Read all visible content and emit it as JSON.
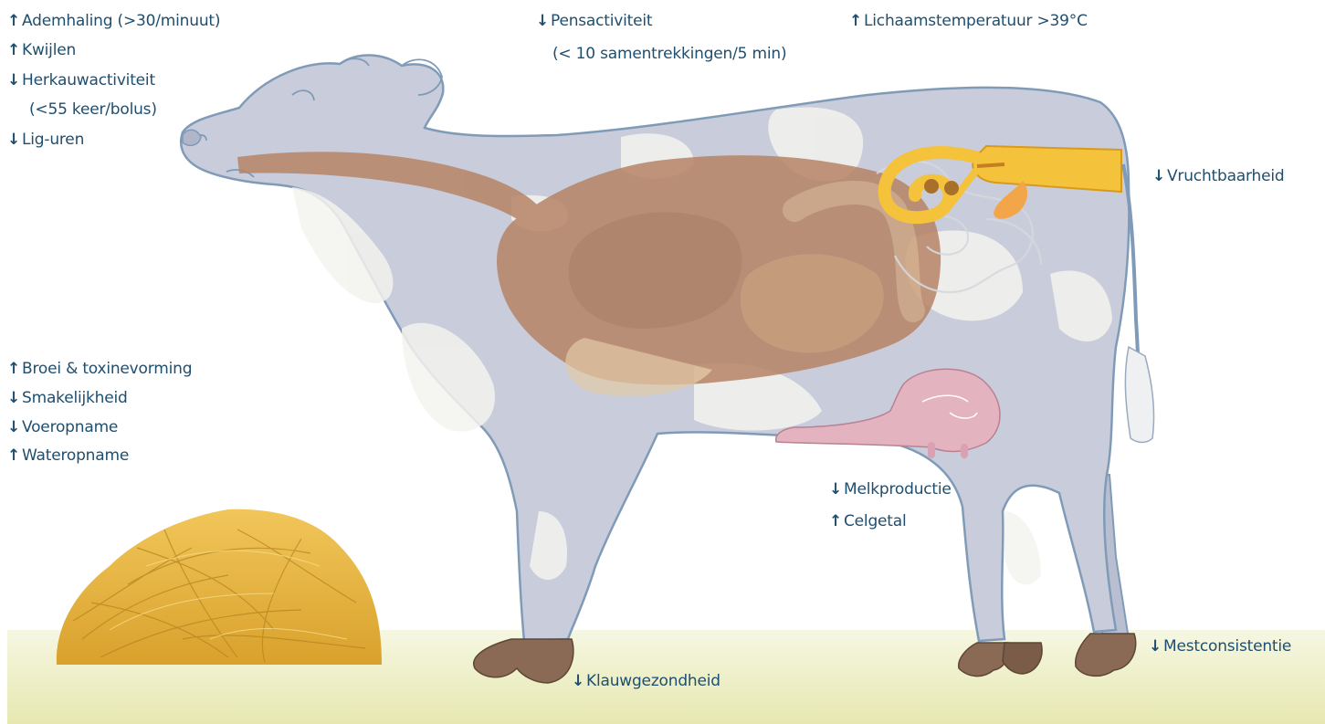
{
  "colors": {
    "label_text": "#1f4e6e",
    "cow_body": "#c9cddb",
    "cow_outline": "#7f9bb8",
    "cow_spots": "#f3f3ee",
    "rumen": "#b78466",
    "reproductive_tract": "#f5c23c",
    "udder": "#e3b4c0",
    "hay": "#e3b23c",
    "ground": "#eef0c4",
    "hooves": "#8a6a55"
  },
  "labels": {
    "respiration": {
      "arrow": "↑",
      "text": "Ademhaling (>30/minuut)"
    },
    "drooling": {
      "arrow": "↑",
      "text": "Kwijlen"
    },
    "rumination": {
      "arrow": "↓",
      "text": "Herkauwactiviteit",
      "detail": "(<55 keer/bolus)"
    },
    "lying_hours": {
      "arrow": "↓",
      "text": "Lig-uren"
    },
    "rumen_activity": {
      "arrow": "↓",
      "text": "Pensactiviteit",
      "detail": "(< 10 samentrekkingen/5 min)"
    },
    "body_temperature": {
      "arrow": "↑",
      "text": "Lichaamstemperatuur >39°C"
    },
    "fertility": {
      "arrow": "↓",
      "text": "Vruchtbaarheid"
    },
    "heating_toxins": {
      "arrow": "↑",
      "text": "Broei & toxinevorming"
    },
    "palatability": {
      "arrow": "↓",
      "text": "Smakelijkheid"
    },
    "feed_intake": {
      "arrow": "↓",
      "text": "Voeropname"
    },
    "water_intake": {
      "arrow": "↑",
      "text": "Wateropname"
    },
    "milk_production": {
      "arrow": "↓",
      "text": "Melkproductie"
    },
    "cell_count": {
      "arrow": "↑",
      "text": "Celgetal"
    },
    "manure_consistency": {
      "arrow": "↓",
      "text": "Mestconsistentie"
    },
    "claw_health": {
      "arrow": "↓",
      "text": "Klauwgezondheid"
    }
  }
}
